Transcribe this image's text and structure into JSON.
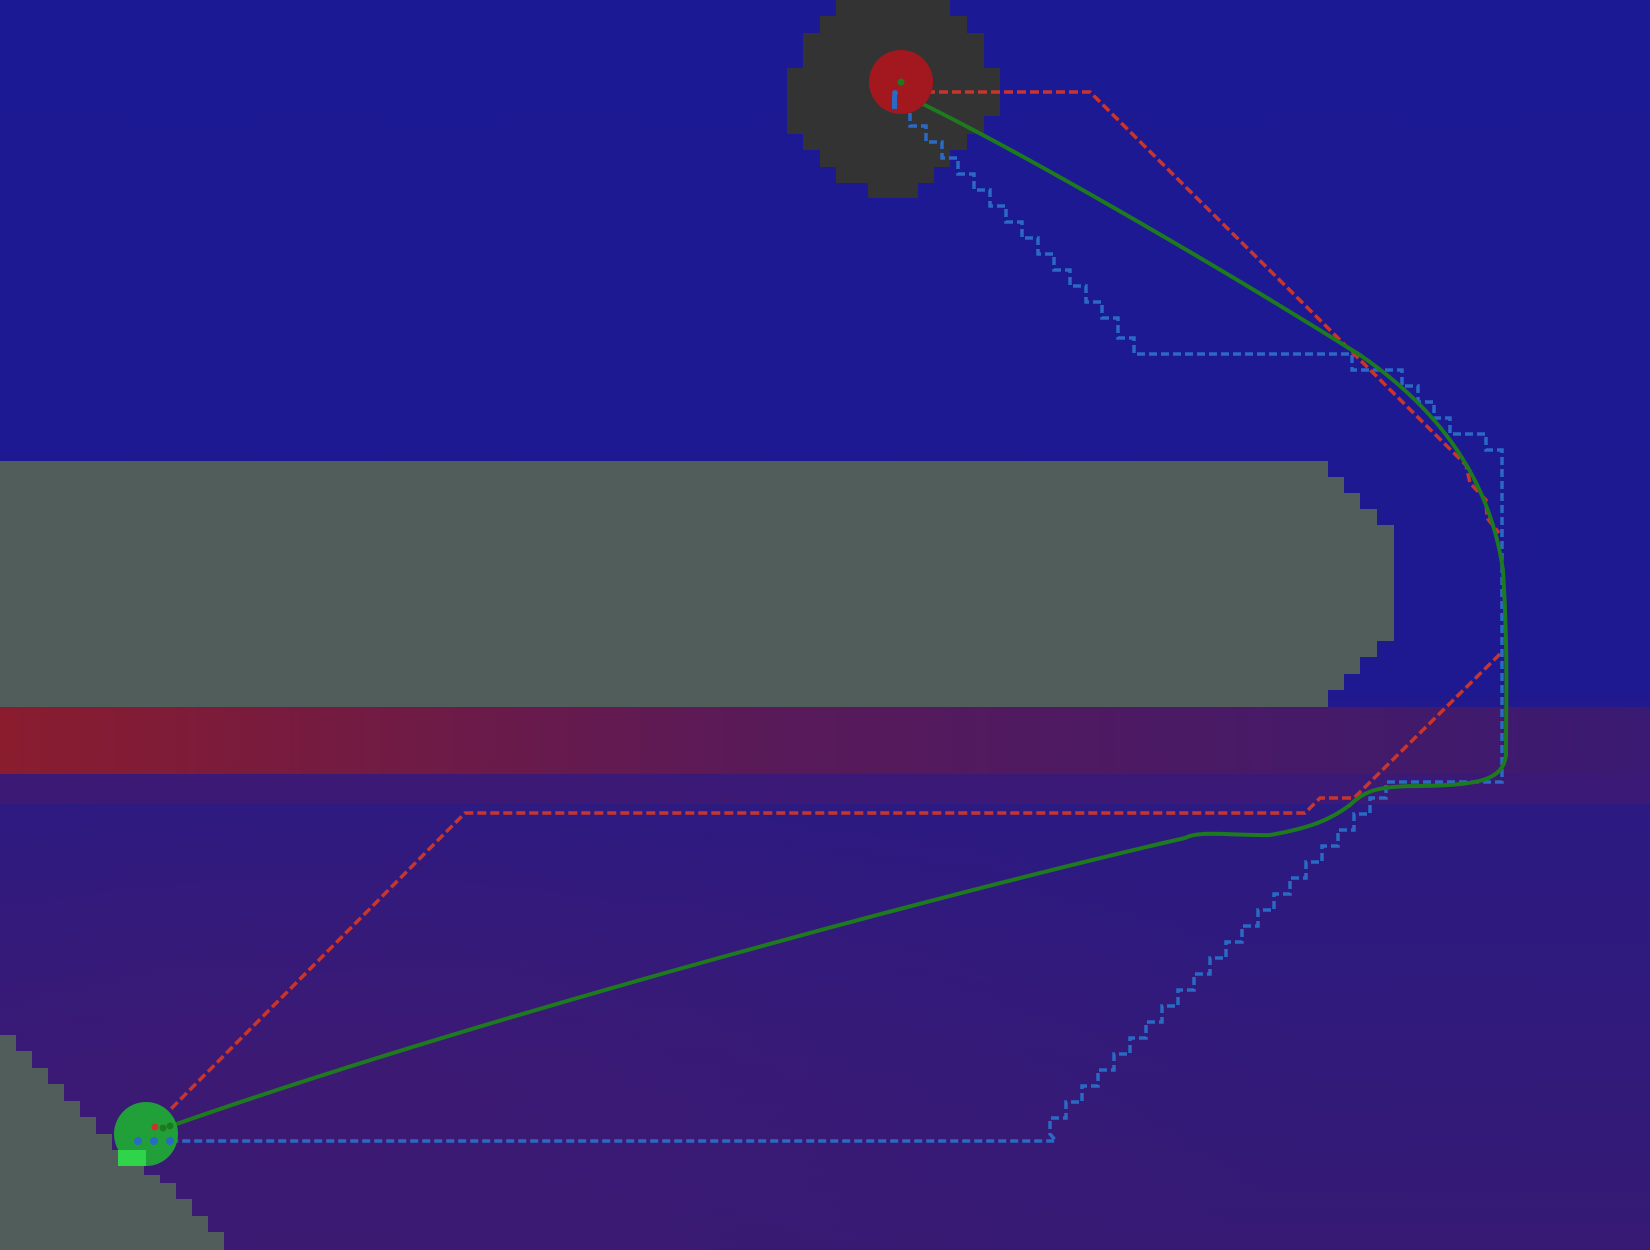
{
  "colors": {
    "background_top": "#1b1994",
    "background_bottom": "#341a74",
    "cost_band_red": "#8a1c2e",
    "obstacle_gray": "#515d5b",
    "start_region_dark": "#333333",
    "start_marker": "#a3181f",
    "goal_marker": "#21a03a",
    "goal_marker_light": "#2fd44a",
    "path_red_dashed": "#c8352c",
    "path_blue_dashed": "#2a69c4",
    "path_green_smooth": "#1d7a1e"
  },
  "markers": [
    {
      "name": "start",
      "color_key": "start_marker"
    },
    {
      "name": "goal",
      "color_key": "goal_marker"
    }
  ],
  "paths": [
    {
      "name": "red-dashed-path",
      "style": "dashed",
      "color_key": "path_red_dashed"
    },
    {
      "name": "blue-dashed-path",
      "style": "dashed-staircase",
      "color_key": "path_blue_dashed"
    },
    {
      "name": "green-smooth-path",
      "style": "solid",
      "color_key": "path_green_smooth"
    }
  ]
}
